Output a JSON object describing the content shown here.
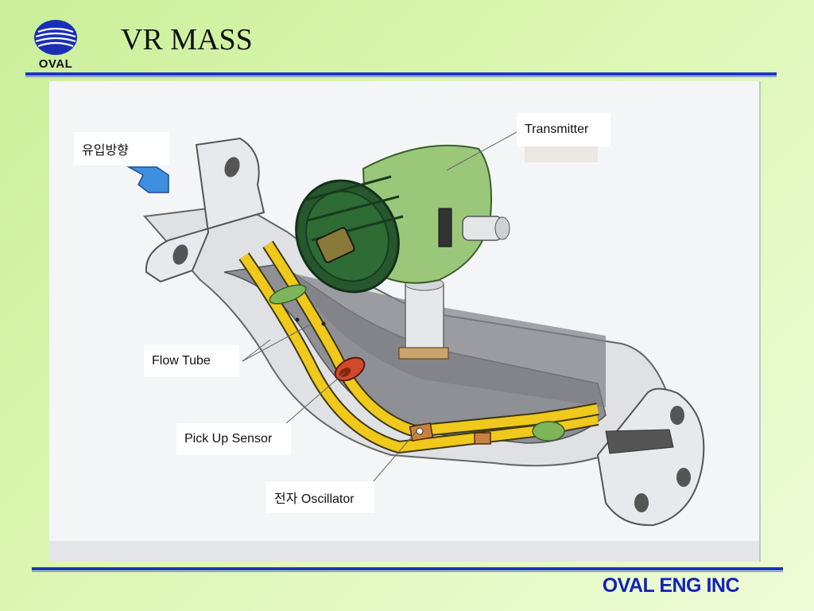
{
  "header": {
    "logo_text": "OVAL",
    "title": "VR MASS"
  },
  "diagram": {
    "labels": {
      "inflow_direction": "유입방향",
      "transmitter": "Transmitter",
      "flow_tube": "Flow Tube",
      "pick_up_sensor": "Pick Up Sensor",
      "oscillator": "전자 Oscillator"
    }
  },
  "footer": {
    "company": "OVAL ENG INC"
  },
  "colors": {
    "background": "#d5f3a8",
    "rule": "#1d33c9",
    "footer_text": "#1322b8",
    "transmitter_green": "#2f6b34",
    "housing_green": "#9bc77a",
    "tube_yellow": "#f1c81c",
    "arrow_blue": "#3f8fe0"
  }
}
